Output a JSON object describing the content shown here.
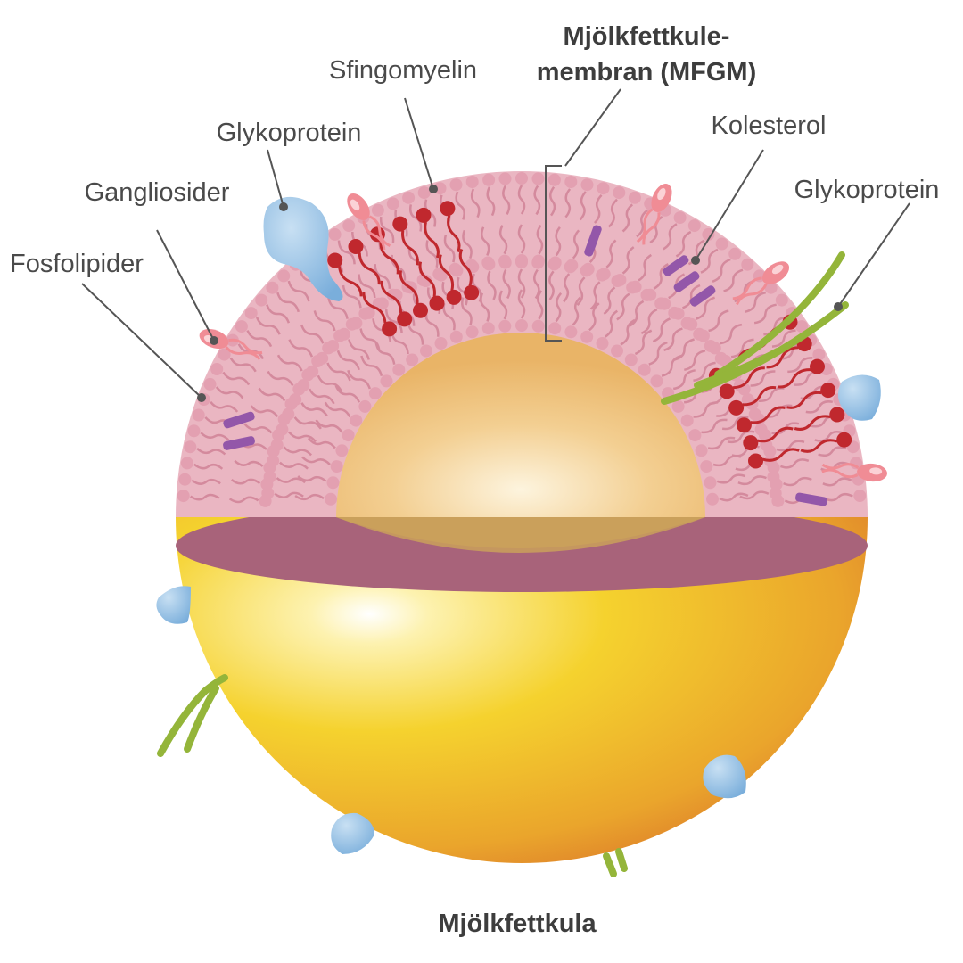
{
  "labels": {
    "mfgm_line1": "Mjölkfettkule-",
    "mfgm_line2": "membran (MFGM)",
    "sphingomyelin": "Sfingomyelin",
    "glycoprotein_left": "Glykoprotein",
    "gangliosides": "Gangliosider",
    "phospholipids": "Fosfolipider",
    "cholesterol": "Kolesterol",
    "glycoprotein_right": "Glykoprotein",
    "fat_globule": "Mjölkfettkula"
  },
  "colors": {
    "membrane_pink": "#eab6c2",
    "lipid_head": "#e3a0b1",
    "lipid_tail": "#d48a9d",
    "sphingomyelin_red": "#c0282e",
    "ganglioside_pink": "#f08c95",
    "glycoprotein_blue": "#8ab8df",
    "carbohydrate_green": "#94b53a",
    "cholesterol_purple": "#9357a9",
    "cut_face": "#a8637a",
    "fat_core": "#f1c27a",
    "fat_globule_yellow": "#f5d22e",
    "fat_globule_orange": "#e08a2a",
    "label_text": "#4a4a4a"
  },
  "icons": {
    "glycoprotein": "glycoprotein-icon",
    "ganglioside": "ganglioside-icon",
    "cholesterol": "cholesterol-icon",
    "sphingomyelin": "sphingomyelin-icon",
    "carbohydrate": "carbohydrate-chain-icon"
  }
}
